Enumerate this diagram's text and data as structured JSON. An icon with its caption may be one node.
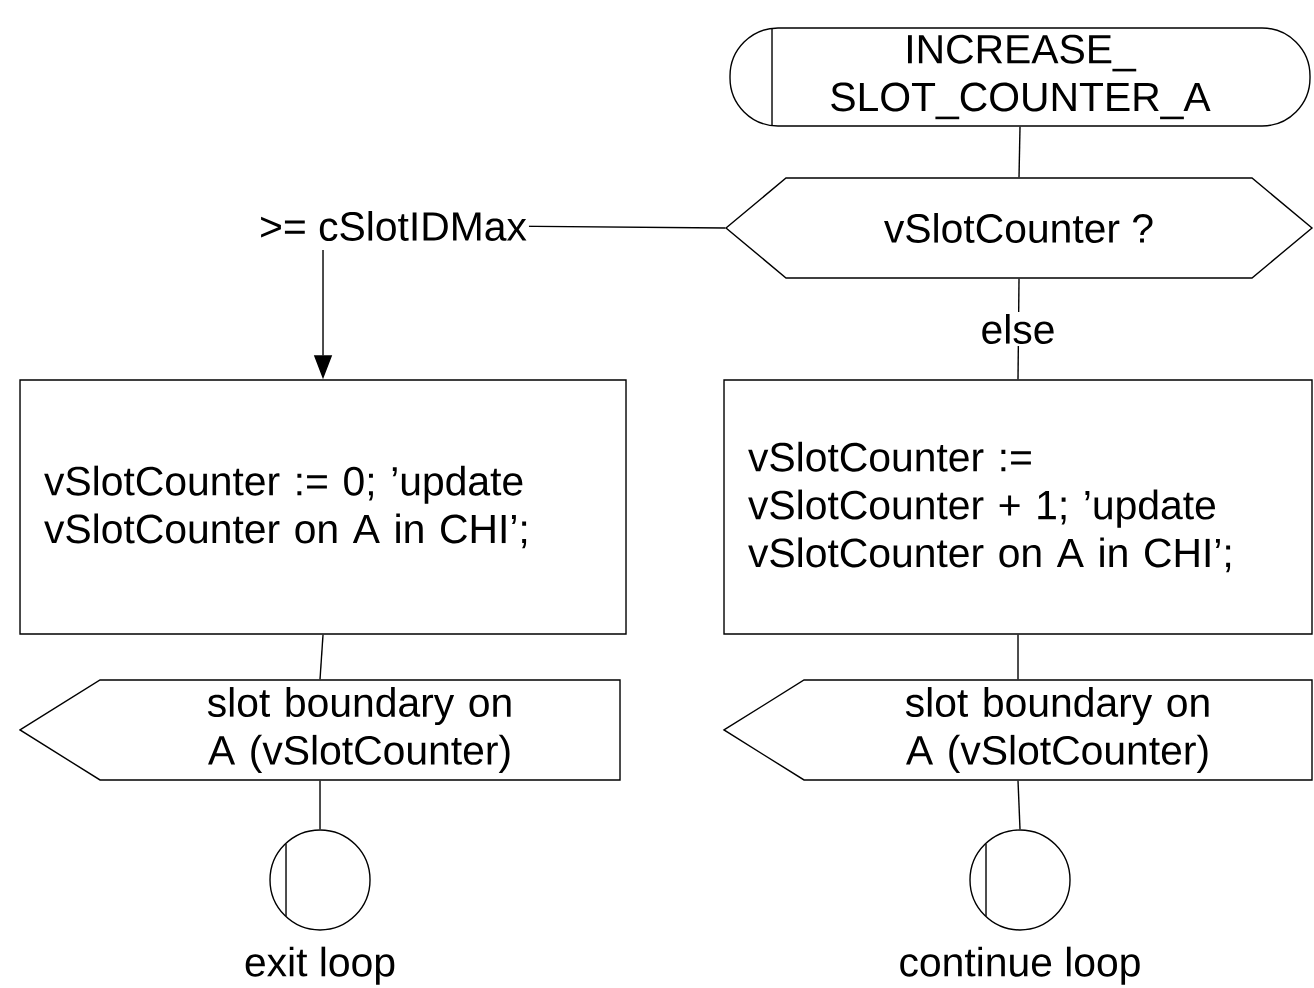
{
  "diagram": {
    "nodes": [
      {
        "text": [
          "INCREASE_ SLOT_COUNTER_A"
        ]
      },
      {
        "text": [
          "vSlotCounter ?"
        ]
      },
      {
        "text": [
          "vSlotCounter := 0; ’update vSlotCounter on A in CHI’;"
        ]
      },
      {
        "text": [
          "vSlotCounter := vSlotCounter + 1; ’update vSlotCounter on A in CHI’;"
        ]
      },
      {
        "text": [
          "slot boundary on A (vSlotCounter)"
        ]
      },
      {
        "text": [
          "slot boundary on A (vSlotCounter)"
        ]
      },
      {
        "text": [],
        "shape": "circle",
        "beside": [
          "exit loop"
        ]
      },
      {
        "text": [],
        "shape": "circle",
        "beside": [
          "continue loop"
        ]
      }
    ],
    "edges": [
      {
        "from": 0,
        "to": 1,
        "arrow": "none"
      },
      {
        "from": 1,
        "to": 2,
        "arrow": "to",
        "label": ">= cSlotIDMax"
      },
      {
        "from": 1,
        "to": 3,
        "arrow": "none",
        "label": "else"
      },
      {
        "from": 2,
        "to": 4,
        "arrow": "none"
      },
      {
        "from": 3,
        "to": 5,
        "arrow": "none"
      },
      {
        "from": 4,
        "to": 6,
        "arrow": "none"
      },
      {
        "from": 5,
        "to": 7,
        "arrow": "none"
      }
    ]
  }
}
